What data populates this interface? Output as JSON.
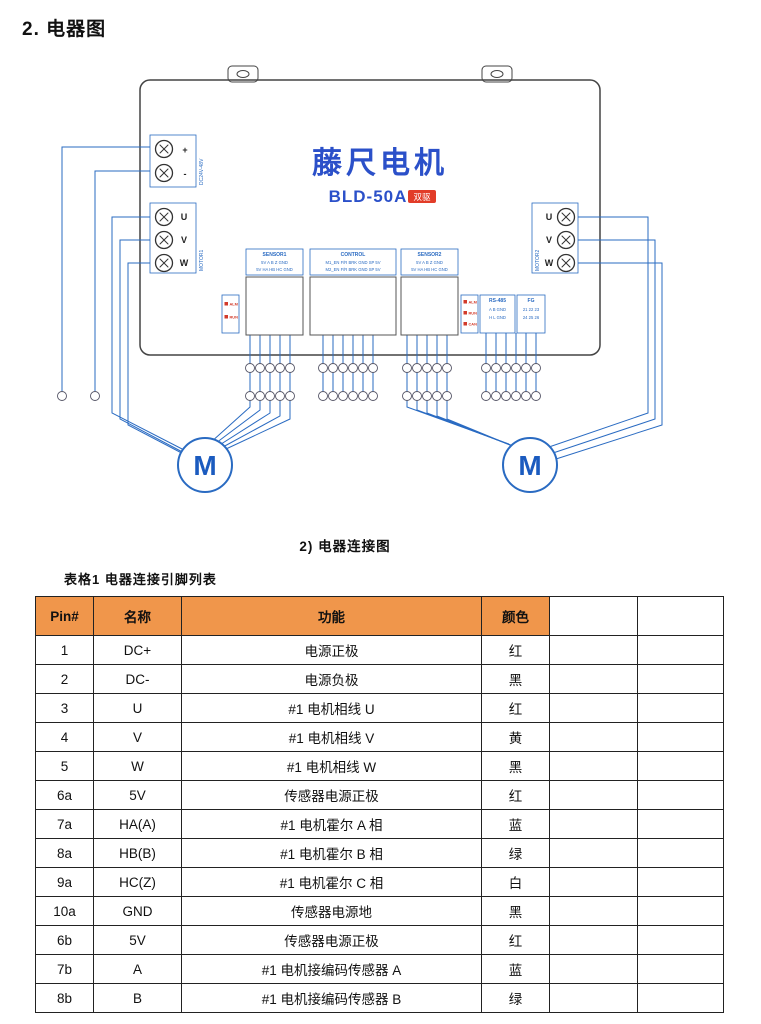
{
  "page": {
    "title": "2.  电器图",
    "figure_caption": "2)   电器连接图"
  },
  "diagram": {
    "brand": "藤尺电机",
    "model": "BLD-50A",
    "badge": "双驱",
    "motor_label": "M",
    "power_terminal": {
      "plus": "+",
      "minus": "-",
      "side_label": "DC24V-48V"
    },
    "motor1_terminal": {
      "pins": [
        "U",
        "V",
        "W"
      ],
      "side_label": "MOTOR1"
    },
    "motor2_terminal": {
      "pins": [
        "U",
        "V",
        "W"
      ],
      "side_label": "MOTOR2"
    },
    "led_left": {
      "l1": "ALM",
      "l2": "RUN"
    },
    "led_right": {
      "l1": "ALM",
      "l2": "RUN",
      "l3": "CAN"
    },
    "sensor1": {
      "title": "SENSOR1",
      "row1": "5V A B Z GND",
      "row2": "5V HA HB HC GND"
    },
    "control": {
      "title": "CONTROL",
      "row1": "M1_EN F/R BRK GND SP 5V",
      "row2": "M2_EN F/R BRK GND SP 5V"
    },
    "sensor2": {
      "title": "SENSOR2",
      "row1": "5V A B Z GND",
      "row2": "5V HA HB HC GND"
    },
    "rs485": {
      "title": "RS-485",
      "row1": "A B GND",
      "row2": "H L GND"
    },
    "fg": {
      "title": "FG",
      "row1": "21 22 23",
      "row2": "24 25 26"
    },
    "wire_color": "#2a6bc2",
    "brand_color": "#2b50c9"
  },
  "table": {
    "caption": "表格1    电器连接引脚列表",
    "header_bg": "#f0964b",
    "headers": [
      "Pin#",
      "名称",
      "功能",
      "颜色",
      "",
      ""
    ],
    "rows": [
      [
        "1",
        "DC+",
        "电源正极",
        "红"
      ],
      [
        "2",
        "DC-",
        "电源负极",
        "黑"
      ],
      [
        "3",
        "U",
        "#1 电机相线 U",
        "红"
      ],
      [
        "4",
        "V",
        "#1 电机相线 V",
        "黄"
      ],
      [
        "5",
        "W",
        "#1 电机相线 W",
        "黑"
      ],
      [
        "6a",
        "5V",
        "传感器电源正极",
        "红"
      ],
      [
        "7a",
        "HA(A)",
        "#1 电机霍尔 A 相",
        "蓝"
      ],
      [
        "8a",
        "HB(B)",
        "#1 电机霍尔 B 相",
        "绿"
      ],
      [
        "9a",
        "HC(Z)",
        "#1 电机霍尔 C 相",
        "白"
      ],
      [
        "10a",
        "GND",
        "传感器电源地",
        "黑"
      ],
      [
        "6b",
        "5V",
        "传感器电源正极",
        "红"
      ],
      [
        "7b",
        "A",
        "#1 电机接编码传感器 A",
        "蓝"
      ],
      [
        "8b",
        "B",
        "#1 电机接编码传感器 B",
        "绿"
      ]
    ]
  }
}
